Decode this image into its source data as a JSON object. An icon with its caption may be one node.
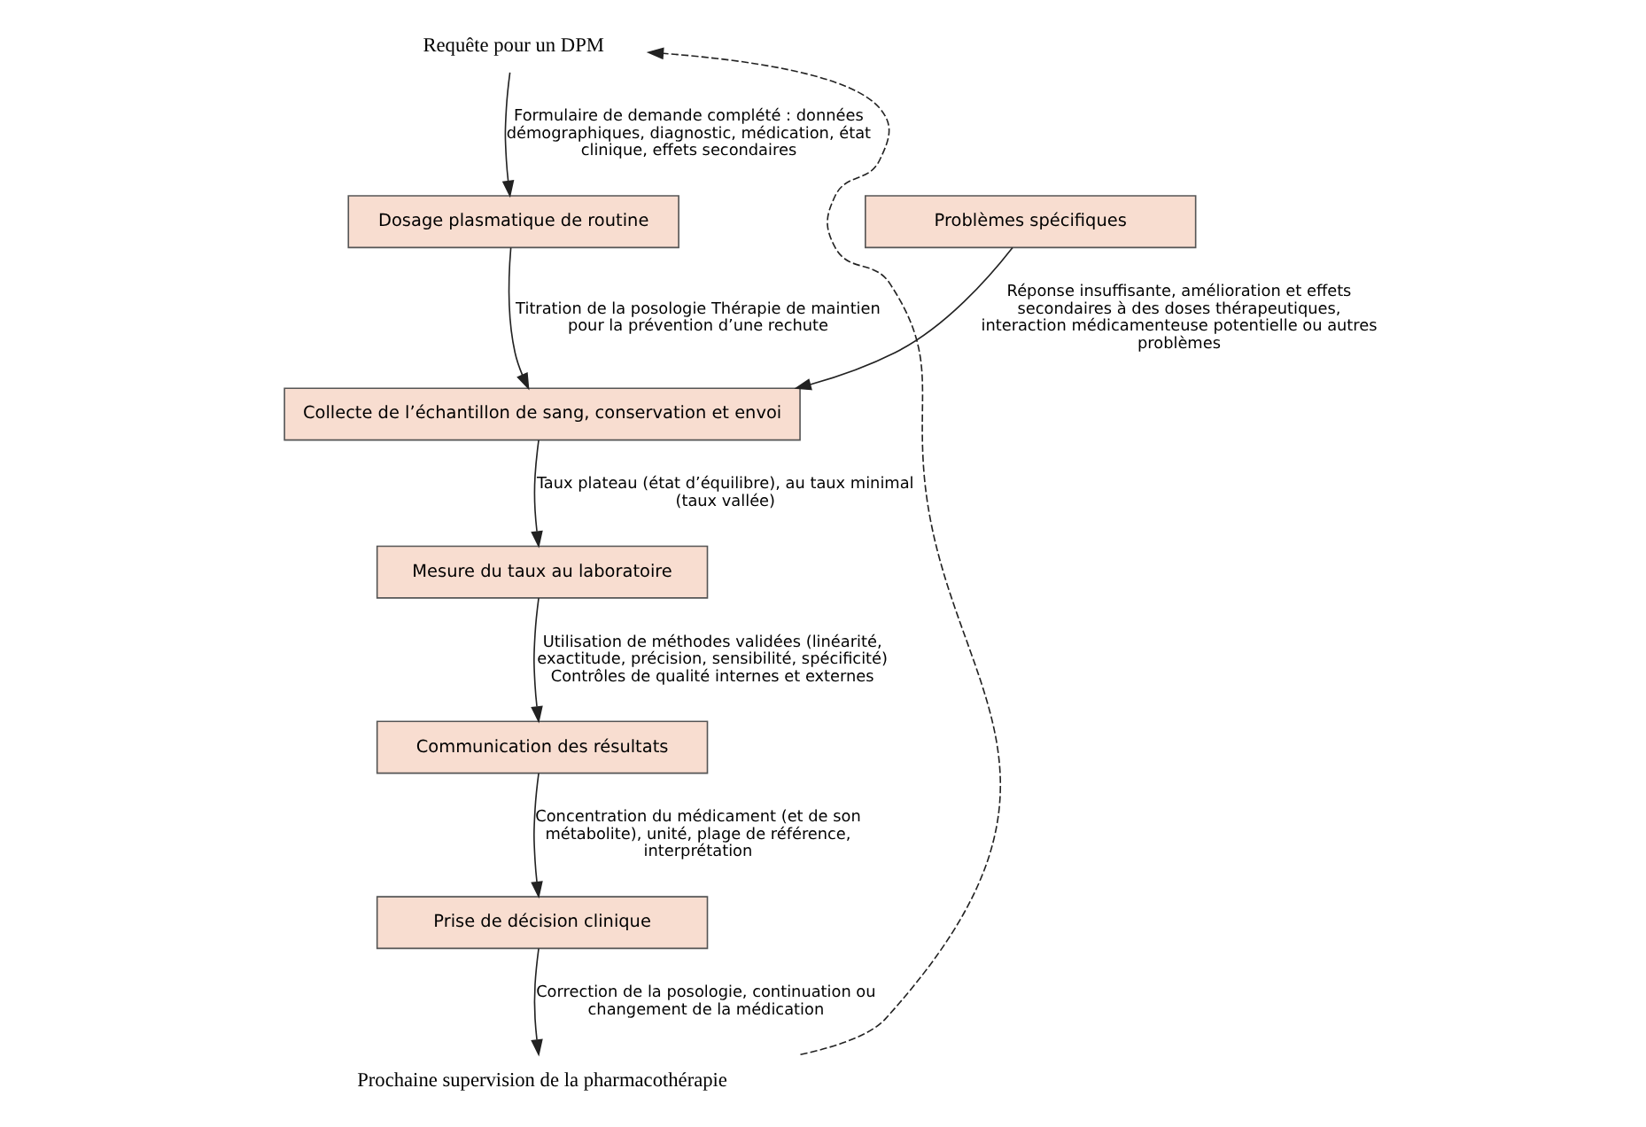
{
  "diagram": {
    "nodes": [
      {
        "text": [
          "Requête pour un DPM"
        ]
      },
      {
        "text": [
          "Dosage plasmatique de routine"
        ]
      },
      {
        "text": [
          "Problèmes spécifiques"
        ]
      },
      {
        "text": [
          "Collecte de l’échantillon de sang, conservation et envoi"
        ]
      },
      {
        "text": [
          "Mesure du taux au laboratoire"
        ]
      },
      {
        "text": [
          "Communication des résultats"
        ]
      },
      {
        "text": [
          "Prise de décision clinique"
        ]
      },
      {
        "text": [
          "Prochaine supervision de la pharmacothérapie"
        ]
      }
    ],
    "edges": [
      {
        "from": 0,
        "to": 1,
        "arrow": "to",
        "label": "Formulaire de demande complété : données démographiques, diagnostic, médication, état clinique, effets secondaires"
      },
      {
        "from": 1,
        "to": 3,
        "arrow": "to",
        "label": "Titration de la posologie Thérapie de maintien pour la prévention d’une rechute"
      },
      {
        "from": 2,
        "to": 3,
        "arrow": "to",
        "label": "Réponse insuffisante, amélioration et effets secondaires à des doses thérapeutiques, interaction médicamenteuse potentielle ou autres problèmes"
      },
      {
        "from": 3,
        "to": 4,
        "arrow": "to",
        "label": "Taux plateau (état d’équilibre), au taux minimal (taux vallée)"
      },
      {
        "from": 4,
        "to": 5,
        "arrow": "to",
        "label": "Utilisation de méthodes validées (linéarité, exactitude, précision, sensibilité, spécificité) Contrôles de qualité internes et externes"
      },
      {
        "from": 5,
        "to": 6,
        "arrow": "to",
        "label": "Concentration du médicament (et de son métabolite), unité, plage de référence, interprétation"
      },
      {
        "from": 6,
        "to": 7,
        "arrow": "to",
        "label": "Correction de la posologie, continuation ou changement de la médication"
      },
      {
        "from": 7,
        "to": 0,
        "arrow": "to",
        "style": "dashed"
      }
    ]
  }
}
